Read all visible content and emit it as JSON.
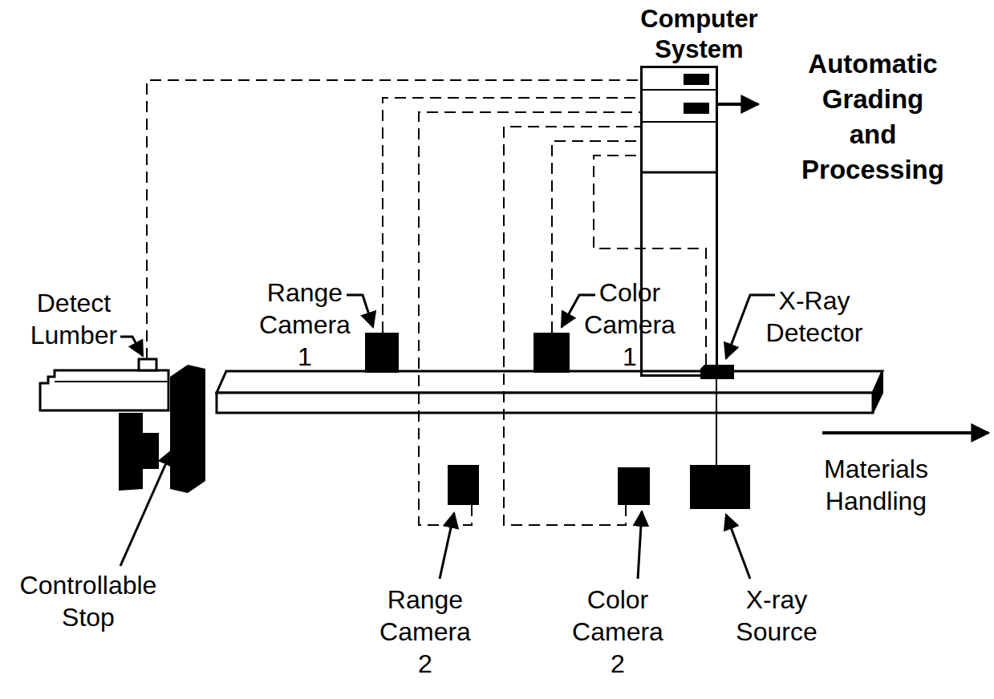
{
  "diagram": {
    "nodes": [
      {
        "text": [
          "Computer System"
        ]
      }
    ],
    "labels": [
      "Automatic Grading and Processing",
      "Detect Lumber",
      "Range Camera 1",
      "Color Camera 1",
      "X-Ray Detector",
      "Materials Handling",
      "Controllable Stop",
      "Range Camera 2",
      "Color Camera 2",
      "X-ray Source"
    ]
  }
}
